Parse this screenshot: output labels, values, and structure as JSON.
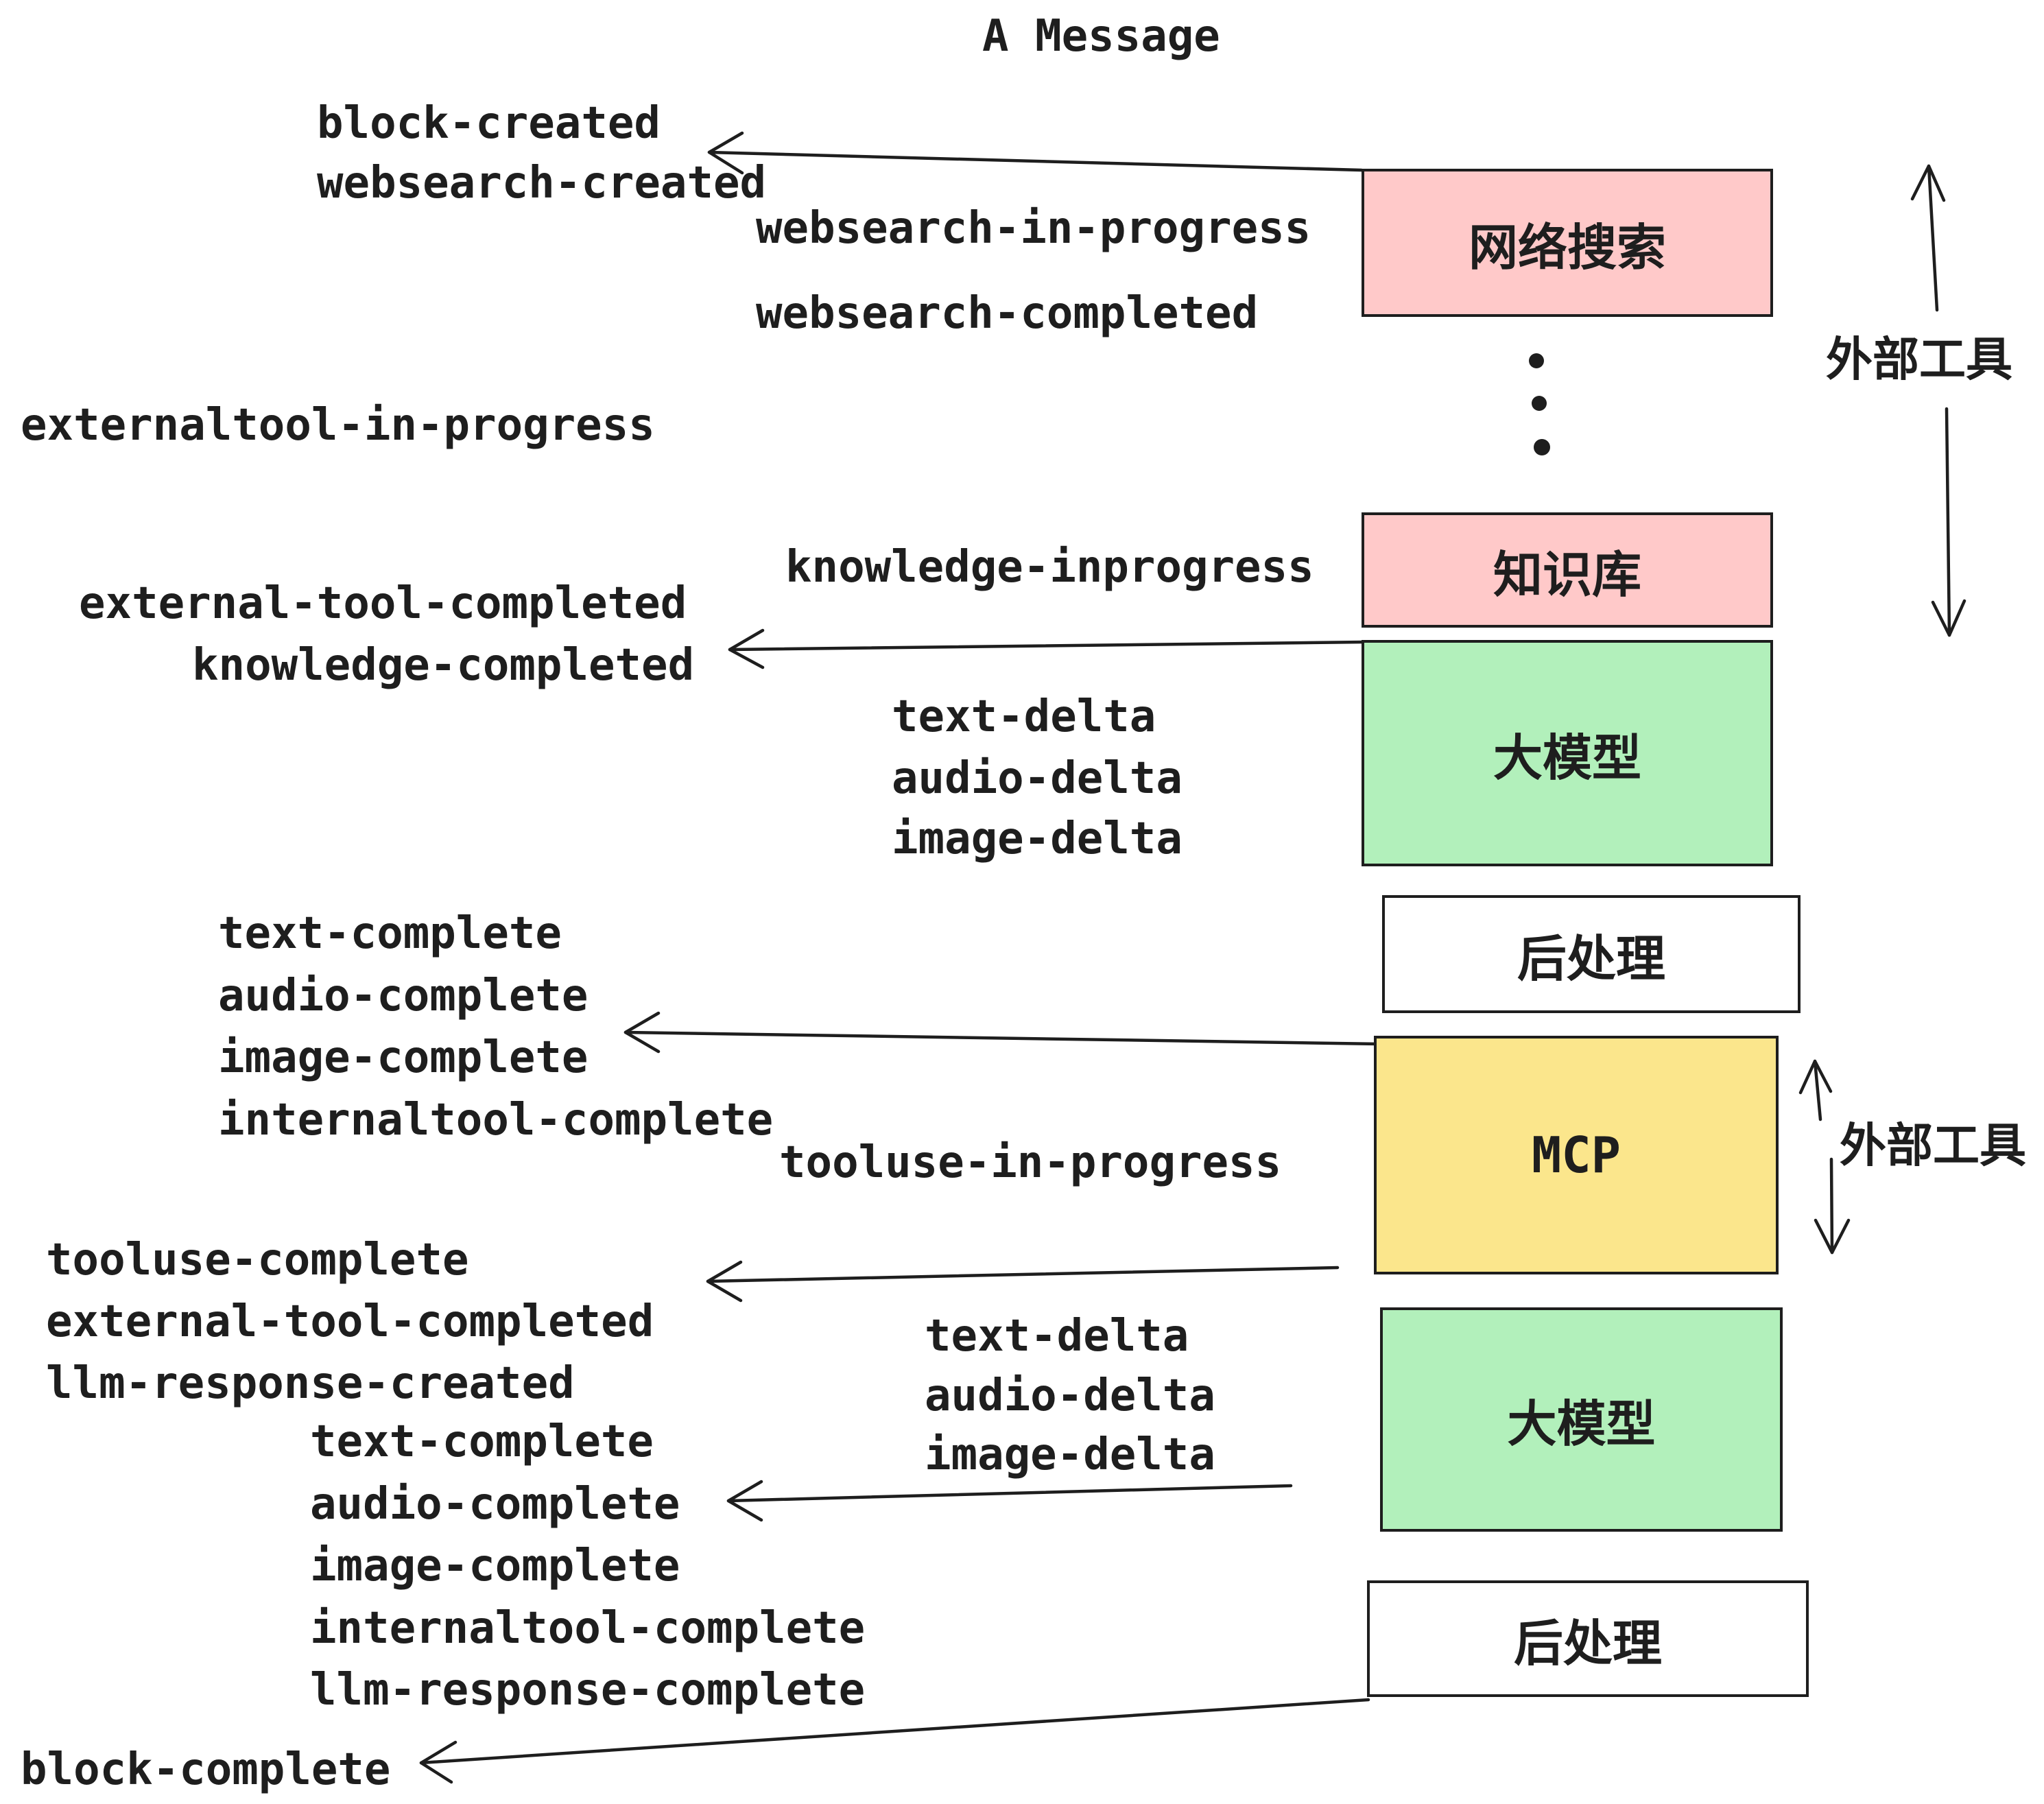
{
  "title": "A Message",
  "events": {
    "block_created": "block-created",
    "websearch_created": "websearch-created",
    "websearch_in_progress": "websearch-in-progress",
    "websearch_completed": "websearch-completed",
    "externaltool_in_progress": "externaltool-in-progress",
    "external_tool_completed_1": "external-tool-completed",
    "knowledge_completed": "knowledge-completed",
    "knowledge_inprogress": "knowledge-inprogress",
    "text_delta_1": "text-delta",
    "audio_delta_1": "audio-delta",
    "image_delta_1": "image-delta",
    "text_complete_1": "text-complete",
    "audio_complete_1": "audio-complete",
    "image_complete_1": "image-complete",
    "internaltool_complete_1": "internaltool-complete",
    "tooluse_in_progress": "tooluse-in-progress",
    "tooluse_complete": "tooluse-complete",
    "external_tool_completed_2": "external-tool-completed",
    "llm_response_created": "llm-response-created",
    "text_complete_2": "text-complete",
    "audio_complete_2": "audio-complete",
    "image_complete_2": "image-complete",
    "internaltool_complete_2": "internaltool-complete",
    "llm_response_complete": "llm-response-complete",
    "text_delta_2": "text-delta",
    "audio_delta_2": "audio-delta",
    "image_delta_2": "image-delta",
    "block_complete": "block-complete"
  },
  "boxes": [
    {
      "id": "websearch",
      "label": "网络搜索",
      "color": "#ffc9c9"
    },
    {
      "id": "knowledge",
      "label": "知识库",
      "color": "#ffc9c9"
    },
    {
      "id": "llm-1",
      "label": "大模型",
      "color": "#b2f0bb"
    },
    {
      "id": "postprocess-1",
      "label": "后处理",
      "color": "#ffffff"
    },
    {
      "id": "mcp",
      "label": "MCP",
      "color": "#fbe68c"
    },
    {
      "id": "llm-2",
      "label": "大模型",
      "color": "#b2f0bb"
    },
    {
      "id": "postprocess-2",
      "label": "后处理",
      "color": "#ffffff"
    }
  ],
  "annotations": {
    "external_tools_top": "外部工具",
    "external_tools_mcp": "外部工具"
  },
  "colors": {
    "ink": "#1e1e1e",
    "pink": "#ffc9c9",
    "green": "#b2f0bb",
    "yellow": "#fbe68c",
    "white": "#ffffff"
  }
}
